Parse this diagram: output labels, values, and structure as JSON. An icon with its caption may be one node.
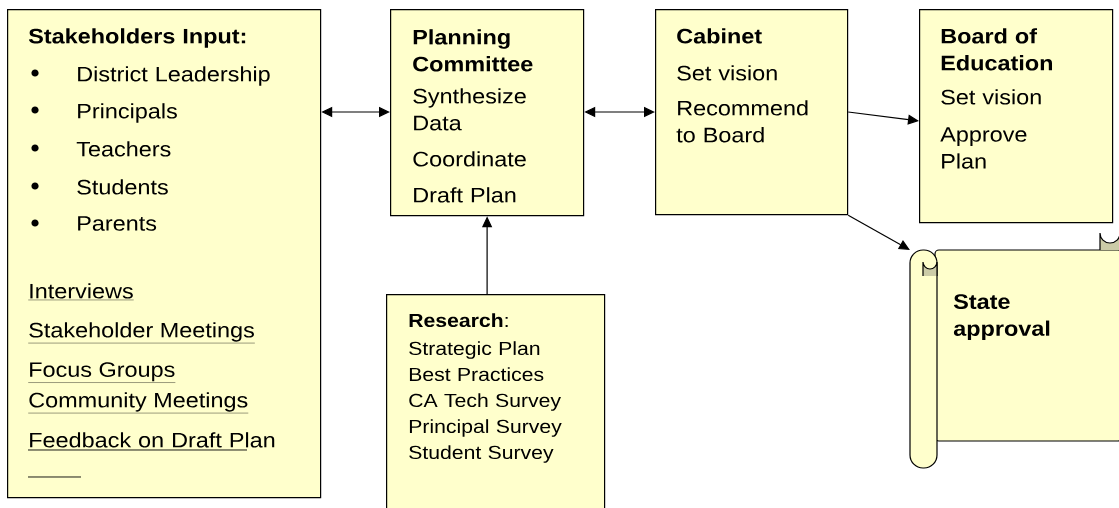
{
  "diagram": {
    "nodes": [
      {
        "text": [
          "Stakeholders Input:",
          "District Leadership",
          "Principals",
          "Teachers",
          "Students",
          "Parents",
          "Interviews",
          "Stakeholder Meetings",
          "Focus Groups",
          "Community Meetings",
          "Feedback on Draft Plan"
        ]
      },
      {
        "text": [
          "Planning Committee",
          "Synthesize Data",
          "Coordinate",
          "Draft Plan"
        ]
      },
      {
        "text": [
          "**Research**:",
          "Strategic Plan",
          "Best Practices",
          "CA Tech Survey",
          "Principal Survey",
          "Student Survey"
        ]
      },
      {
        "text": [
          "Cabinet",
          "Set vision",
          "Recommend to Board"
        ]
      },
      {
        "text": [
          "Board of Education",
          "Set vision",
          "Approve Plan"
        ]
      },
      {
        "text": [
          "State approval"
        ]
      }
    ],
    "edges": [
      {
        "from": 0,
        "to": 1,
        "arrow": "both"
      },
      {
        "from": 1,
        "to": 3,
        "arrow": "both"
      },
      {
        "from": 3,
        "to": 4,
        "arrow": "to"
      },
      {
        "from": 3,
        "to": 5,
        "arrow": "to"
      },
      {
        "from": 2,
        "to": 1,
        "arrow": "to"
      }
    ]
  }
}
